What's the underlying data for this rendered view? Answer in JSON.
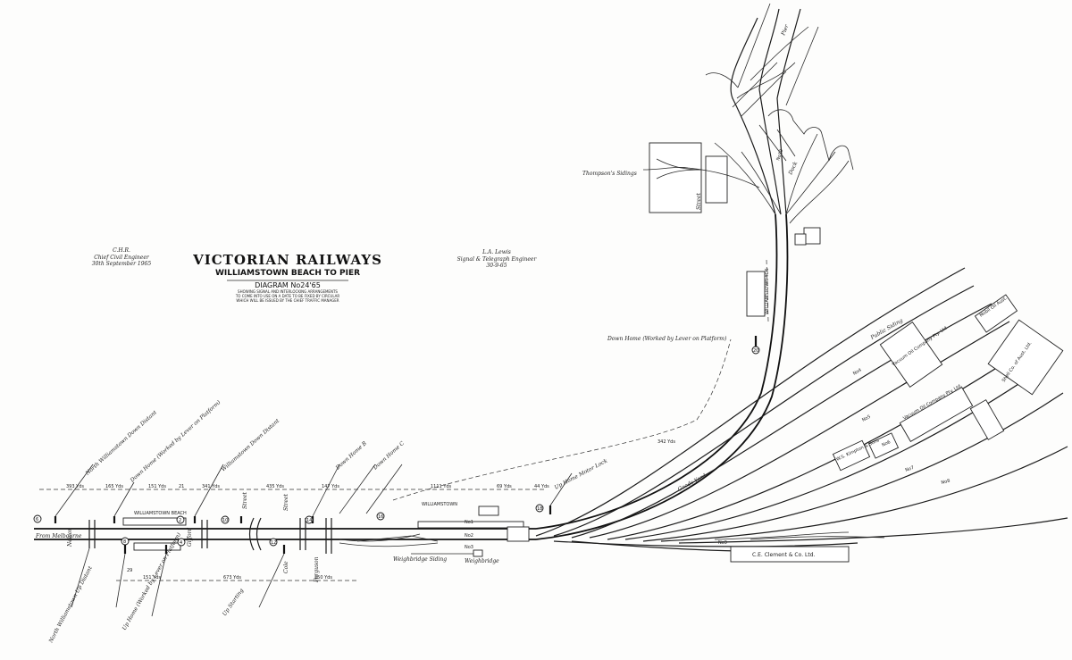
{
  "title": {
    "main": "VICTORIAN RAILWAYS",
    "sub": "WILLIAMSTOWN BEACH TO PIER",
    "diagram": "DIAGRAM No24'65",
    "note1": "SHOWING SIGNAL AND INTERLOCKING ARRANGEMENTS",
    "note2": "TO COME INTO USE ON A DATE TO BE FIXED BY CIRCULAR",
    "note3": "WHICH WILL BE ISSUED BY THE CHIEF TRAFFIC MANAGER"
  },
  "signatories": {
    "left_sig": "C.H.R.",
    "left_role": "Chief Civil Engineer",
    "left_date": "30th September 1965",
    "right_sig": "L.A. Lewis",
    "right_role": "Signal & Telegraph Engineer",
    "right_date": "30-9-65"
  },
  "labels": {
    "from_melbourne": "From Melbourne",
    "williamstown_beach": "WILLIAMSTOWN BEACH",
    "williamstown": "WILLIAMSTOWN",
    "weighbridge_siding": "Weighbridge Siding",
    "weighbridge": "Weighbridge",
    "thompsons_sidings": "Thompson's Sidings",
    "down_home": "Down Home (Worked by Lever on Platform)",
    "ce_clement": "C.E. Clement & Co. Ltd.",
    "goods_yard": "Goods Yard",
    "public_siding": "Public Siding",
    "vacuum_oil_1": "Vacuum Oil Company Pty. Ltd.",
    "vacuum_oil_2": "Vacuum Oil Company Pty. Ltd.",
    "shell": "Shell Co. of Aust. Ltd.",
    "mobil": "Mobil Oil Aust.",
    "hp_box": "W.S. Kimpton & Sons",
    "dock": "Dock",
    "pier": "Pier",
    "street_1": "Street",
    "street_2": "Street",
    "street_3": "Street",
    "cole": "Cole",
    "ferguson": "Ferguson",
    "nelson": "Nelson",
    "gifford": "Gifford",
    "up_starting": "Up Starting",
    "up_home": "Up Home (Worked by Lever on Platform)",
    "north_willi_down_dist": "North Williamstown Down Distant",
    "north_willi_up_dist": "North Williamstown Up Distant",
    "down_home_left": "Down Home (Worked by Lever on Platform)",
    "williamstown_down_dist": "Williamstown Down Distant",
    "down_home_b": "Down Home B",
    "down_home_c": "Down Home C",
    "up_home_motor": "Up Home Motor Lock",
    "willi_yds": "WILLIAMSTOWN YDS",
    "no1": "No1",
    "no2": "No2",
    "no3": "No3",
    "no4": "No4",
    "no5": "No5",
    "no6": "No6",
    "no7": "No7",
    "no8": "No8",
    "no9": "No9",
    "no10": "No10",
    "dim_1": "393 Yds",
    "dim_2": "165 Yds",
    "dim_3": "151 Yds",
    "dim_4": "341 Yds",
    "dim_5": "435 Yds",
    "dim_6": "147 Yds",
    "dim_7": "1111 Yds",
    "dim_8": "69 Yds",
    "dim_9": "44 Yds",
    "dim_10": "342 Yds",
    "dim_11": "151 Yds",
    "dim_12": "673 Yds",
    "dim_13": "250 Yds",
    "dim_14": "21",
    "dim_15": "29"
  },
  "signals": [
    "6",
    "8",
    "2",
    "4",
    "10",
    "12",
    "14",
    "16",
    "18",
    "20"
  ]
}
